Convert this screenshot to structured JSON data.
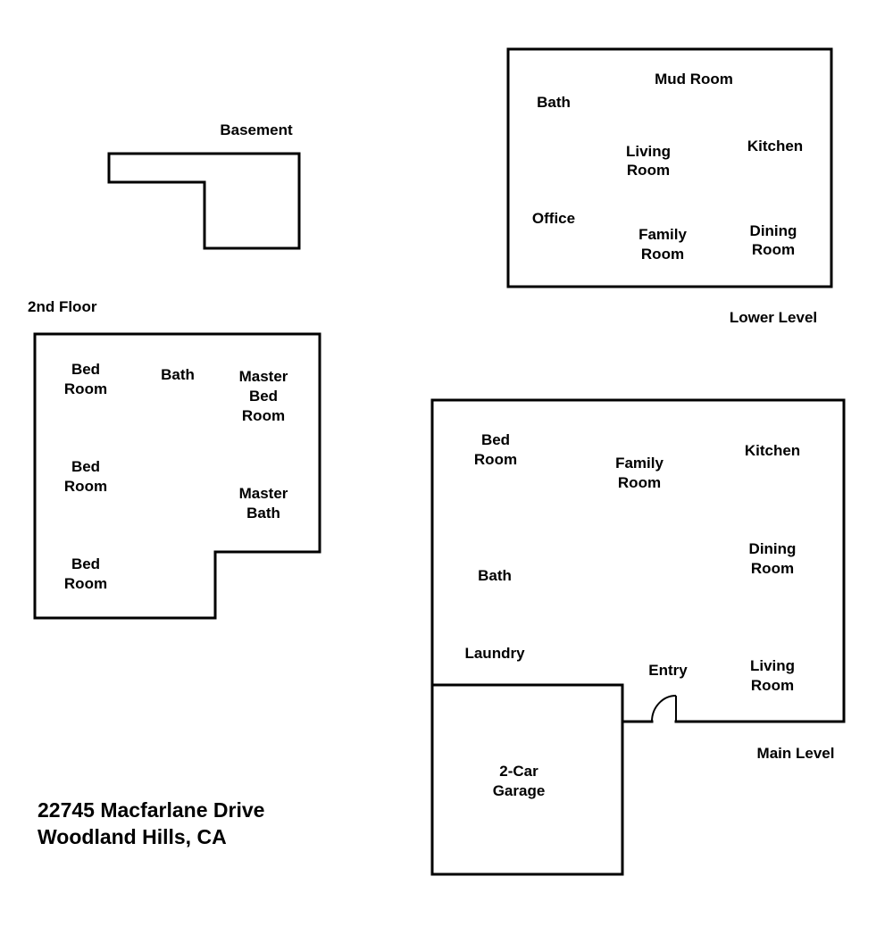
{
  "floors": {
    "basement": {
      "title": "Basement"
    },
    "lower_level": {
      "title": "Lower Level",
      "rooms": {
        "bath": "Bath",
        "mud_room": "Mud Room",
        "living_room": [
          "Living",
          "Room"
        ],
        "kitchen": "Kitchen",
        "office": "Office",
        "family_room": [
          "Family",
          "Room"
        ],
        "dining_room": [
          "Dining",
          "Room"
        ]
      }
    },
    "second_floor": {
      "title": "2nd Floor",
      "rooms": {
        "bed_room_1": [
          "Bed",
          "Room"
        ],
        "bath": "Bath",
        "master_bed_room": [
          "Master",
          "Bed",
          "Room"
        ],
        "bed_room_2": [
          "Bed",
          "Room"
        ],
        "master_bath": [
          "Master",
          "Bath"
        ],
        "bed_room_3": [
          "Bed",
          "Room"
        ]
      }
    },
    "main_level": {
      "title": "Main Level",
      "rooms": {
        "bed_room": [
          "Bed",
          "Room"
        ],
        "family_room": [
          "Family",
          "Room"
        ],
        "kitchen": "Kitchen",
        "dining_room": [
          "Dining",
          "Room"
        ],
        "bath": "Bath",
        "laundry": "Laundry",
        "entry": "Entry",
        "living_room": [
          "Living",
          "Room"
        ],
        "garage": [
          "2-Car",
          "Garage"
        ]
      }
    }
  },
  "address": {
    "line1": "22745 Macfarlane Drive",
    "line2": "Woodland Hills, CA"
  }
}
